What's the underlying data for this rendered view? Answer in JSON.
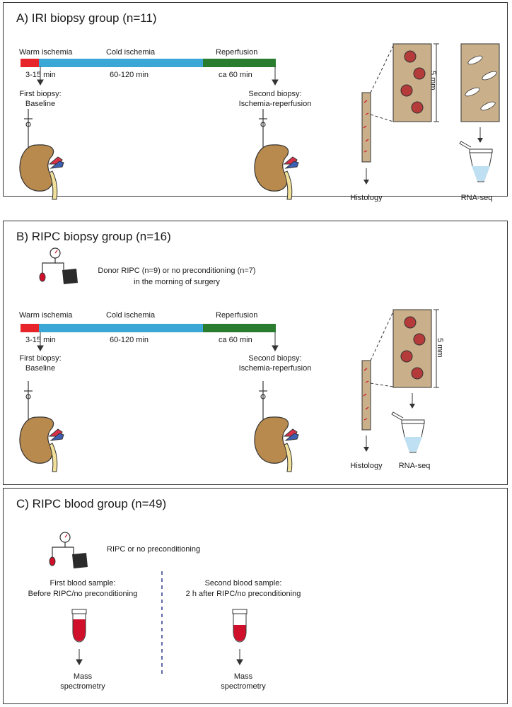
{
  "panel_a": {
    "title": "A) IRI biopsy group (n=11)",
    "timeline": {
      "warm_label": "Warm ischemia",
      "cold_label": "Cold ischemia",
      "reperfusion_label": "Reperfusion",
      "warm_time": "3-15 min",
      "cold_time": "60-120 min",
      "reperfusion_time": "ca 60 min"
    },
    "first_biopsy": [
      "First biopsy:",
      "Baseline"
    ],
    "second_biopsy": [
      "Second biopsy:",
      "Ischemia-reperfusion"
    ],
    "scale": "5 mm",
    "histology": "Histology",
    "rnaseq": "RNA-seq"
  },
  "panel_b": {
    "title": "B) RIPC biopsy group (n=16)",
    "ripc_note": [
      "Donor RIPC (n=9) or no preconditioning (n=7)",
      "in the morning of surgery"
    ],
    "timeline": {
      "warm_label": "Warm ischemia",
      "cold_label": "Cold ischemia",
      "reperfusion_label": "Reperfusion",
      "warm_time": "3-15 min",
      "cold_time": "60-120 min",
      "reperfusion_time": "ca 60 min"
    },
    "first_biopsy": [
      "First biopsy:",
      "Baseline"
    ],
    "second_biopsy": [
      "Second biopsy:",
      "Ischemia-reperfusion"
    ],
    "scale": "5 mm",
    "histology": "Histology",
    "rnaseq": "RNA-seq"
  },
  "panel_c": {
    "title": "C) RIPC blood group (n=49)",
    "ripc_note": "RIPC or no preconditioning",
    "first_sample": [
      "First blood sample:",
      "Before RIPC/no preconditioning"
    ],
    "second_sample": [
      "Second blood sample:",
      "2 h after RIPC/no preconditioning"
    ],
    "mass_spec": [
      "Mass",
      "spectrometry"
    ]
  },
  "colors": {
    "warm": "#e8242b",
    "cold": "#3aa7d6",
    "reperfusion": "#2a7d2e",
    "kidney": "#b98a4d",
    "tissue": "#c9b08a",
    "blood": "#d0102a"
  }
}
